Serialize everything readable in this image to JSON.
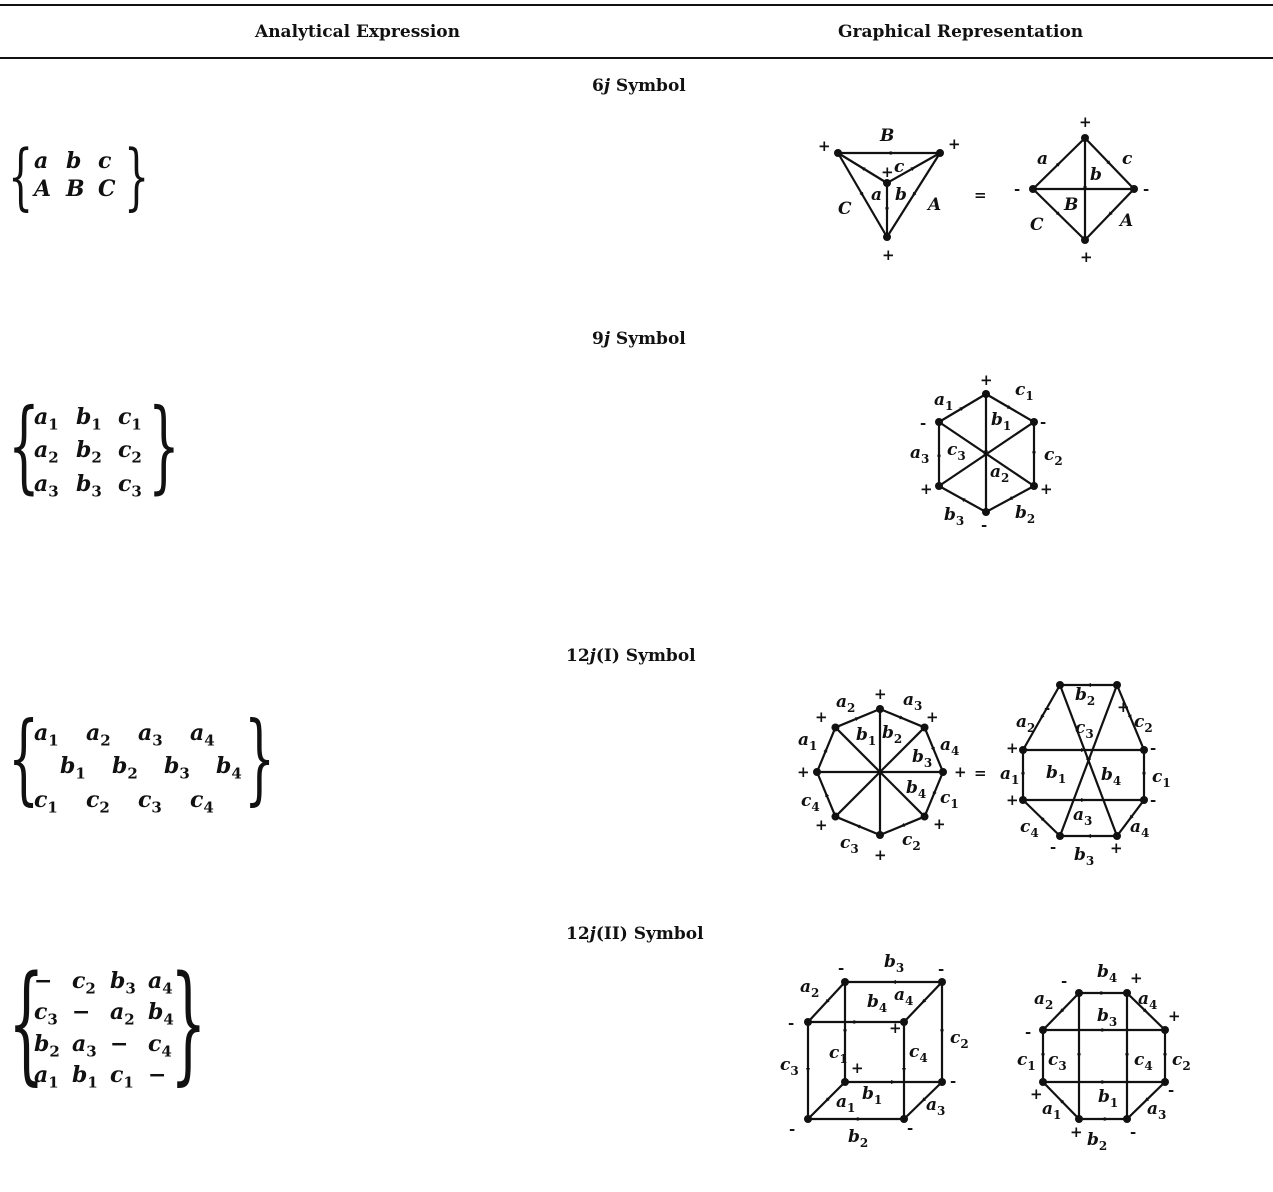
{
  "table": {
    "col_analytical": "Analytical Expression",
    "col_graphical": "Graphical Representation"
  },
  "rows": [
    {
      "title_num": "6",
      "title_rest": " Symbol",
      "matrix": [
        [
          "a",
          "b",
          "c"
        ],
        [
          "A",
          "B",
          "C"
        ]
      ],
      "equals": "="
    },
    {
      "title_num": "9",
      "title_rest": " Symbol",
      "matrix": [
        [
          "a1",
          "b1",
          "c1"
        ],
        [
          "a2",
          "b2",
          "c2"
        ],
        [
          "a3",
          "b3",
          "c3"
        ]
      ]
    },
    {
      "title_num": "12",
      "title_rest": "(I) Symbol",
      "matrix": [
        [
          "a1",
          "a2",
          "a3",
          "a4"
        ],
        [
          "b1",
          "b2",
          "b3",
          "b4"
        ],
        [
          "c1",
          "c2",
          "c3",
          "c4"
        ]
      ],
      "equals": "="
    },
    {
      "title_num": "12",
      "title_rest": "(II) Symbol",
      "matrix": [
        [
          "−",
          "c2",
          "b3",
          "a4"
        ],
        [
          "c3",
          "−",
          "a2",
          "b4"
        ],
        [
          "b2",
          "a3",
          "−",
          "c4"
        ],
        [
          "a1",
          "b1",
          "c1",
          "−"
        ]
      ]
    }
  ],
  "title_j": "j",
  "vertex_signs": {
    "plus": "+",
    "minus": "-"
  },
  "edge_labels": {
    "d6a": [
      "B",
      "c",
      "a",
      "b",
      "C",
      "A"
    ],
    "d6b": [
      "a",
      "c",
      "b",
      "B",
      "C",
      "A"
    ],
    "d9": [
      "a1",
      "c1",
      "b1",
      "c3",
      "c2",
      "a3",
      "a2",
      "b3",
      "b2"
    ],
    "d12a": [
      "a2",
      "a3",
      "a1",
      "b1",
      "b2",
      "a4",
      "b3",
      "c4",
      "b4",
      "c1",
      "c3",
      "c2"
    ],
    "d12b": [
      "b2",
      "a2",
      "c3",
      "c2",
      "a1",
      "b1",
      "b4",
      "c1",
      "c4",
      "a3",
      "a4",
      "b3"
    ],
    "d12c": [
      "b3",
      "a2",
      "b4",
      "a4",
      "c2",
      "c1",
      "c4",
      "c3",
      "b1",
      "a1",
      "a3",
      "b2"
    ],
    "d12d": [
      "b4",
      "a2",
      "a4",
      "b3",
      "c1",
      "c3",
      "c4",
      "c2",
      "b1",
      "a1",
      "a3",
      "b2"
    ]
  }
}
